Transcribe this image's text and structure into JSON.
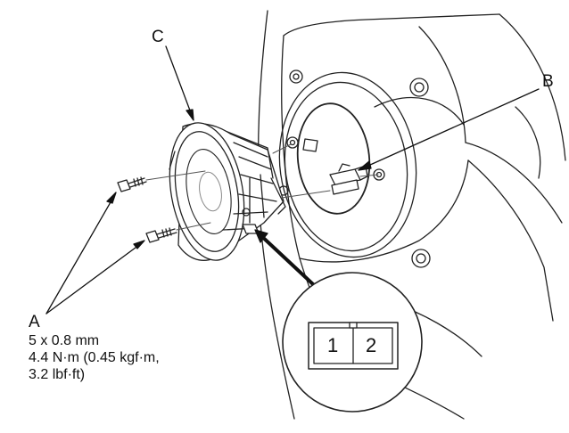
{
  "callouts": {
    "a": "A",
    "b": "B",
    "c": "C"
  },
  "spec": {
    "line1": "5 x 0.8 mm",
    "line2": "4.4 N·m (0.45 kgf·m,",
    "line3": "3.2 lbf·ft)"
  },
  "connector": {
    "pin1": "1",
    "pin2": "2"
  }
}
